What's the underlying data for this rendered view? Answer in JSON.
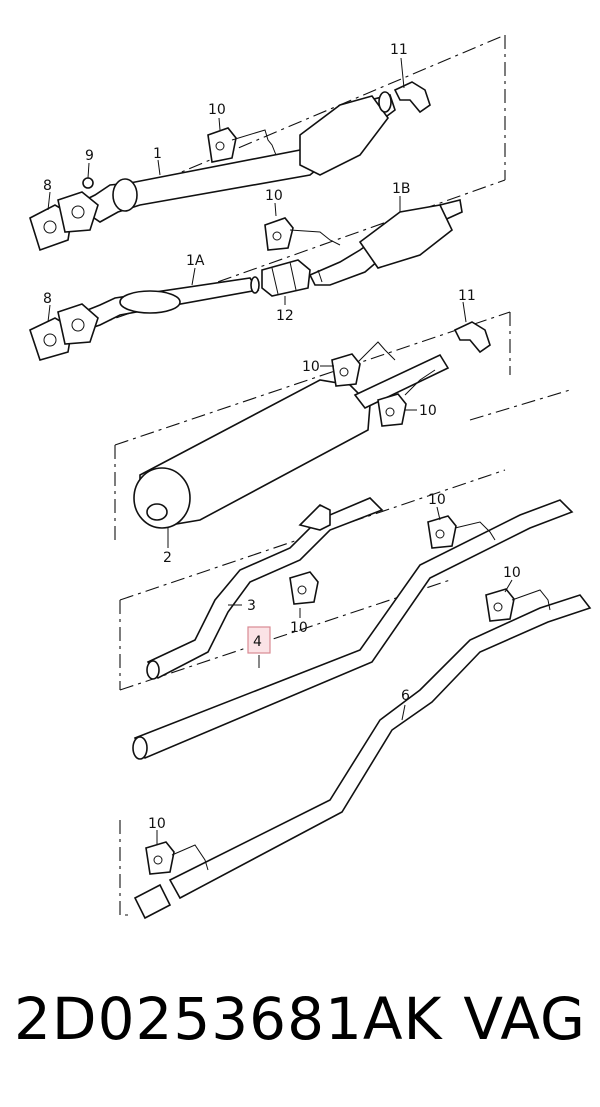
{
  "labels": {
    "c1": "1",
    "c1a": "1A",
    "c1b": "1B",
    "c2": "2",
    "c3": "3",
    "c4": "4",
    "c6": "6",
    "c8a": "8",
    "c8b": "8",
    "c9": "9",
    "c11a": "11",
    "c11b": "11",
    "c12": "12",
    "c10a": "10",
    "c10b": "10",
    "c10c": "10",
    "c10d": "10",
    "c10e": "10",
    "c10f": "10",
    "c10g": "10",
    "c10h": "10"
  },
  "caption": {
    "part_number": "2D0253681AK",
    "brand": "VAG"
  },
  "colors": {
    "highlight_fill": "#fbe3e6",
    "highlight_border": "#d98a93",
    "line": "#111111"
  }
}
